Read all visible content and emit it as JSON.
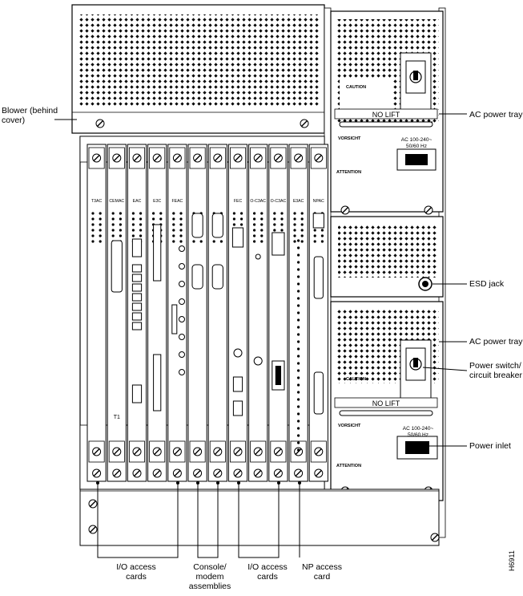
{
  "labels": {
    "blower": [
      "Blower (behind",
      "cover)"
    ],
    "ac_power_tray_top": "AC power tray",
    "esd_jack": "ESD jack",
    "ac_power_tray_bottom": "AC power tray",
    "power_switch": [
      "Power switch/",
      "circuit breaker"
    ],
    "power_inlet": "Power inlet",
    "io_access_cards_left": [
      "I/O access",
      "cards"
    ],
    "console_modem": [
      "Console/",
      "modem",
      "assemblies"
    ],
    "io_access_cards_right": [
      "I/O access",
      "cards"
    ],
    "np_access_card": [
      "NP access",
      "card"
    ]
  },
  "figure_id": "H6911",
  "panel": {
    "no_lift": "NO LIFT",
    "caution": "CAUTION",
    "vorsicht": "VORSICHT",
    "attention": "ATTENTION",
    "ac_rating": [
      "AC 100-240~",
      "50/60 Hz"
    ]
  },
  "cards": [
    {
      "top": "T3AC",
      "bottom": ""
    },
    {
      "top": "CEMAC",
      "bottom": "T1"
    },
    {
      "top": "EAC",
      "bottom": ""
    },
    {
      "top": "E3C",
      "bottom": ""
    },
    {
      "top": "FEAC",
      "bottom": ""
    },
    {
      "top": "",
      "bottom": ""
    },
    {
      "top": "",
      "bottom": ""
    },
    {
      "top": "FEC",
      "bottom": ""
    },
    {
      "top": "O-C3AC",
      "bottom": ""
    },
    {
      "top": "O-C3AC",
      "bottom": ""
    },
    {
      "top": "E3AC",
      "bottom": ""
    },
    {
      "top": "NPAC",
      "bottom": ""
    }
  ]
}
